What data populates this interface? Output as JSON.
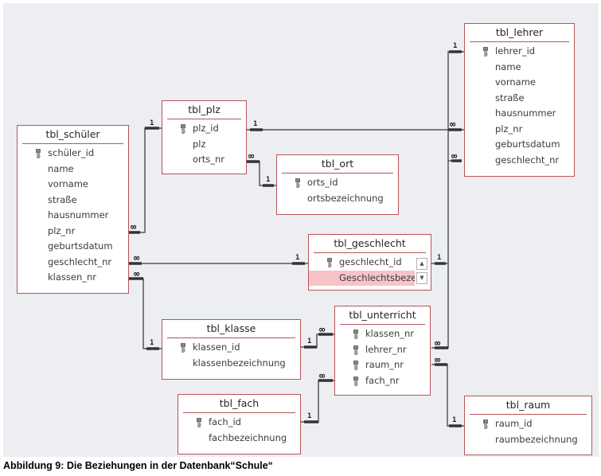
{
  "caption": "Abbildung 9: Die Beziehungen in der Datenbank“Schule“",
  "colors": {
    "background": "#eceef1",
    "table_border": "#b9545a",
    "selected_field": "#f7c3c6",
    "line": "#555555"
  },
  "tables": {
    "schueler": {
      "title": "tbl_schüler",
      "fields": [
        "schüler_id",
        "name",
        "vorname",
        "straße",
        "hausnummer",
        "plz_nr",
        "geburtsdatum",
        "geschlecht_nr",
        "klassen_nr"
      ],
      "keys": [
        "schüler_id"
      ]
    },
    "plz": {
      "title": "tbl_plz",
      "fields": [
        "plz_id",
        "plz",
        "orts_nr"
      ],
      "keys": [
        "plz_id"
      ]
    },
    "ort": {
      "title": "tbl_ort",
      "fields": [
        "orts_id",
        "ortsbezeichnung"
      ],
      "keys": [
        "orts_id"
      ]
    },
    "lehrer": {
      "title": "tbl_lehrer",
      "fields": [
        "lehrer_id",
        "name",
        "vorname",
        "straße",
        "hausnummer",
        "plz_nr",
        "geburtsdatum",
        "geschlecht_nr"
      ],
      "keys": [
        "lehrer_id"
      ]
    },
    "geschlecht": {
      "title": "tbl_geschlecht",
      "fields": [
        "geschlecht_id",
        "Geschlechtsbezei"
      ],
      "keys": [
        "geschlecht_id"
      ],
      "selected_field": "Geschlechtsbezei"
    },
    "klasse": {
      "title": "tbl_klasse",
      "fields": [
        "klassen_id",
        "klassenbezeichnung"
      ],
      "keys": [
        "klassen_id"
      ]
    },
    "unterricht": {
      "title": "tbl_unterricht",
      "fields": [
        "klassen_nr",
        "lehrer_nr",
        "raum_nr",
        "fach_nr"
      ],
      "keys": [
        "klassen_nr",
        "lehrer_nr",
        "raum_nr",
        "fach_nr"
      ]
    },
    "fach": {
      "title": "tbl_fach",
      "fields": [
        "fach_id",
        "fachbezeichnung"
      ],
      "keys": [
        "fach_id"
      ]
    },
    "raum": {
      "title": "tbl_raum",
      "fields": [
        "raum_id",
        "raumbezeichnung"
      ],
      "keys": [
        "raum_id"
      ]
    }
  },
  "relationships": [
    {
      "from": "tbl_plz.plz_id",
      "to": "tbl_schüler.plz_nr",
      "one": "1",
      "many": "∞"
    },
    {
      "from": "tbl_plz.plz_id",
      "to": "tbl_lehrer.plz_nr",
      "one": "1",
      "many": "∞"
    },
    {
      "from": "tbl_ort.orts_id",
      "to": "tbl_plz.orts_nr",
      "one": "1",
      "many": "∞"
    },
    {
      "from": "tbl_geschlecht.geschlecht_id",
      "to": "tbl_schüler.geschlecht_nr",
      "one": "1",
      "many": "∞"
    },
    {
      "from": "tbl_geschlecht.geschlecht_id",
      "to": "tbl_lehrer.geschlecht_nr",
      "one": "1",
      "many": "∞"
    },
    {
      "from": "tbl_klasse.klassen_id",
      "to": "tbl_schüler.klassen_nr",
      "one": "1",
      "many": "∞"
    },
    {
      "from": "tbl_klasse.klassen_id",
      "to": "tbl_unterricht.klassen_nr",
      "one": "1",
      "many": "∞"
    },
    {
      "from": "tbl_lehrer.lehrer_id",
      "to": "tbl_unterricht.lehrer_nr",
      "one": "1",
      "many": "∞"
    },
    {
      "from": "tbl_fach.fach_id",
      "to": "tbl_unterricht.fach_nr",
      "one": "1",
      "many": "∞"
    },
    {
      "from": "tbl_raum.raum_id",
      "to": "tbl_unterricht.raum_nr",
      "one": "1",
      "many": "∞"
    }
  ],
  "labels": {
    "one": "1",
    "many": "∞",
    "scroll_up": "▲",
    "scroll_down": "▼"
  }
}
